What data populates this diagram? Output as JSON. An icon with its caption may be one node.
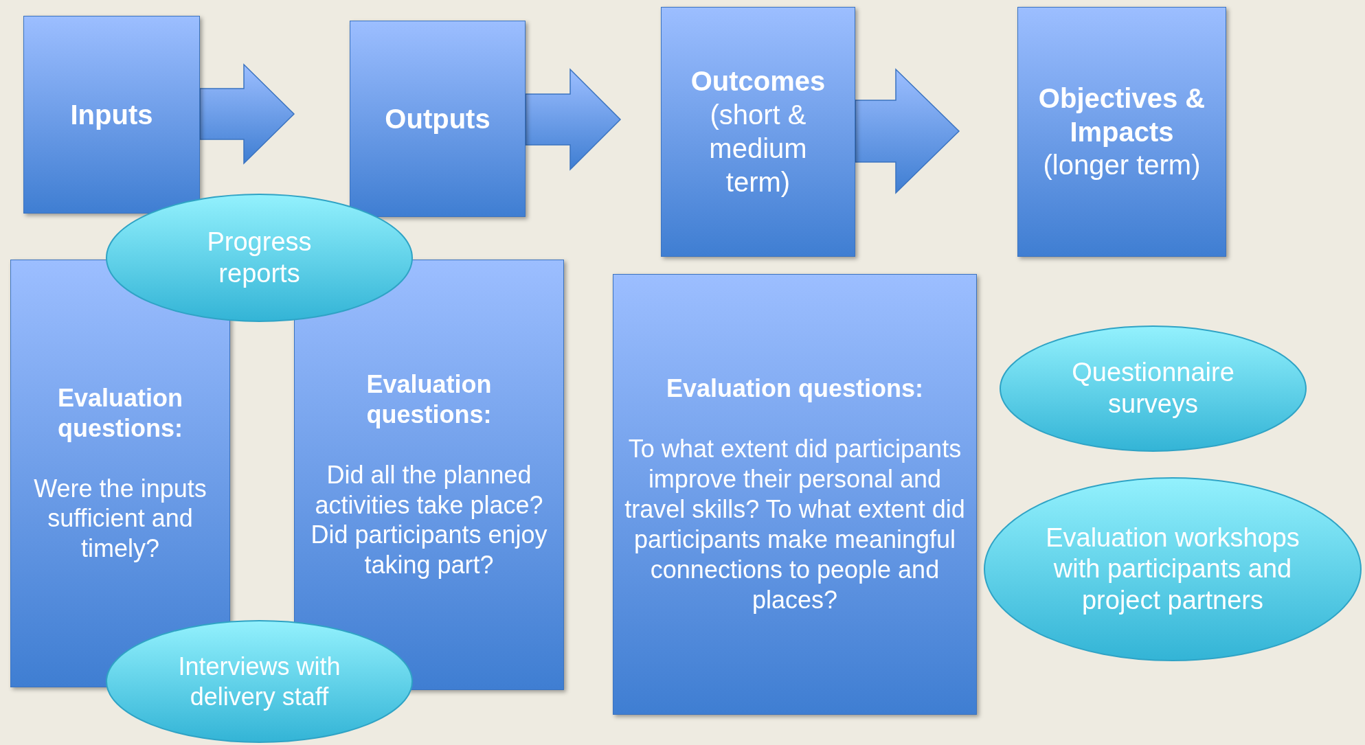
{
  "diagram": {
    "nodes": [
      {
        "text": [
          "Inputs"
        ]
      },
      {
        "text": [
          "Outputs"
        ]
      },
      {
        "text": [
          "Outcomes",
          "(short & medium term)"
        ]
      },
      {
        "text": [
          "Objectives & Impacts",
          "(longer term)"
        ]
      },
      {
        "text": [
          "Evaluation questions:",
          "Were the inputs sufficient and timely?"
        ]
      },
      {
        "text": [
          "Evaluation questions:",
          "Did all the planned activities take place? Did participants enjoy taking part?"
        ]
      },
      {
        "text": [
          "Evaluation questions:",
          "To what extent did participants improve their personal and travel skills? To what extent did participants make meaningful connections to people and places?"
        ]
      },
      {
        "text": [
          "Progress reports"
        ]
      },
      {
        "text": [
          "Interviews with delivery staff"
        ]
      },
      {
        "text": [
          "Questionnaire surveys"
        ]
      },
      {
        "text": [
          "Evaluation workshops with participants and project partners"
        ]
      }
    ],
    "edges": [
      {
        "from": 0,
        "to": 1,
        "arrow": "to"
      },
      {
        "from": 1,
        "to": 2,
        "arrow": "to"
      },
      {
        "from": 2,
        "to": 3,
        "arrow": "to"
      }
    ]
  }
}
